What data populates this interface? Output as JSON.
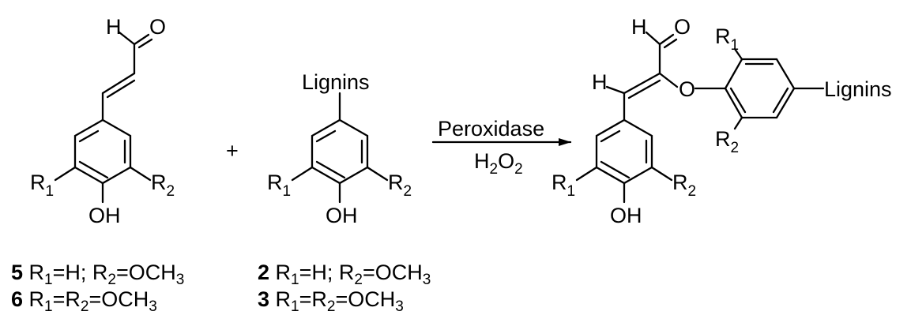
{
  "left_reactant": {
    "aldehyde_h": "H",
    "aldehyde_o": "O",
    "r1": "R",
    "r1_sub": "1",
    "r2": "R",
    "r2_sub": "2",
    "oh": "OH"
  },
  "plus": "+",
  "middle_reactant": {
    "lignins": "Lignins",
    "r1": "R",
    "r1_sub": "1",
    "r2": "R",
    "r2_sub": "2",
    "oh": "OH"
  },
  "arrow": {
    "above": "Peroxidase",
    "below_main": "H",
    "below_sub1": "2",
    "below_mid": "O",
    "below_sub2": "2"
  },
  "product": {
    "aldehyde_h": "H",
    "aldehyde_o": "O",
    "vinyl_h": "H",
    "ether_o": "O",
    "lignins": "Lignins",
    "r1_top": "R",
    "r1_top_sub": "1",
    "r2_mid": "R",
    "r2_mid_sub": "2",
    "r1_bottom": "R",
    "r1_bottom_sub": "1",
    "r2_bottom": "R",
    "r2_bottom_sub": "2",
    "oh": "OH"
  },
  "legend": {
    "col1": [
      {
        "num": "5",
        "text": " R",
        "s1": "1",
        "t2": "=H; R",
        "s2": "2",
        "t3": "=OCH",
        "s3": "3"
      },
      {
        "num": "6",
        "text": " R",
        "s1": "1",
        "t2": "=R",
        "s2": "2",
        "t3": "=OCH",
        "s3": "3"
      }
    ],
    "col2": [
      {
        "num": "2",
        "text": " R",
        "s1": "1",
        "t2": "=H; R",
        "s2": "2",
        "t3": "=OCH",
        "s3": "3"
      },
      {
        "num": "3",
        "text": " R",
        "s1": "1",
        "t2": "=R",
        "s2": "2",
        "t3": "=OCH",
        "s3": "3"
      }
    ]
  }
}
